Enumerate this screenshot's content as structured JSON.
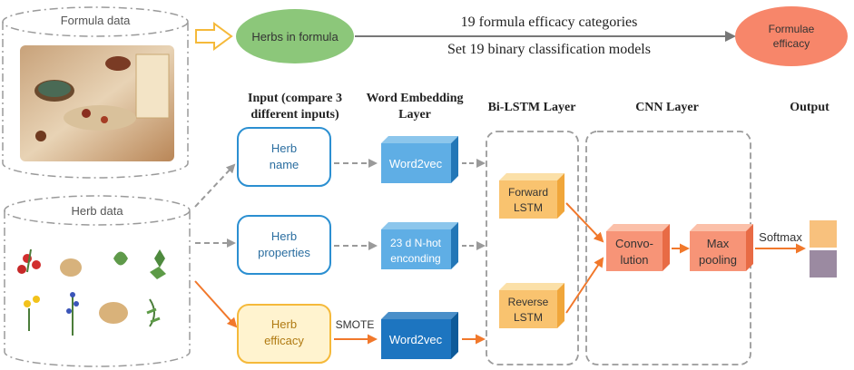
{
  "top": {
    "formula_data_label": "Formula data",
    "herbs_in_formula": "Herbs in formula",
    "categories_text": "19 formula efficacy categories",
    "models_text": "Set 19 binary classification models",
    "formulae_efficacy": [
      "Formulae",
      "efficacy"
    ]
  },
  "herb_data_label": "Herb data",
  "headers": {
    "input": [
      "Input (compare 3",
      "different inputs)"
    ],
    "embedding": [
      "Word Embedding",
      "Layer"
    ],
    "bilstm": "Bi-LSTM Layer",
    "cnn": "CNN Layer",
    "output": "Output"
  },
  "inputs": {
    "herb_name": [
      "Herb",
      "name"
    ],
    "herb_properties": [
      "Herb",
      "properties"
    ],
    "herb_efficacy": [
      "Herb",
      "efficacy"
    ]
  },
  "embeddings": {
    "word2vec_1": "Word2vec",
    "nhot": [
      "23 d N-hot",
      "enconding"
    ],
    "word2vec_2": "Word2vec"
  },
  "smote_label": "SMOTE",
  "lstm": {
    "forward": [
      "Forward",
      "LSTM"
    ],
    "reverse": [
      "Reverse",
      "LSTM"
    ]
  },
  "cnn": {
    "convolution": [
      "Convo-",
      "lution"
    ],
    "max_pooling": [
      "Max",
      "pooling"
    ]
  },
  "softmax_label": "Softmax",
  "colors": {
    "green_ellipse": "#8cc77a",
    "salmon_ellipse": "#f7866a",
    "blue_border": "#2b8fd1",
    "yellow_border": "#f5b93a",
    "yellow_fill": "#fff3cf",
    "blue_cube": "#3f9ad8",
    "orange_cube": "#f9c36f",
    "salmon_cube": "#f79477",
    "arrow_orange": "#f1782b",
    "output_top": "#f8c17d",
    "output_bottom": "#9b8aa1"
  }
}
